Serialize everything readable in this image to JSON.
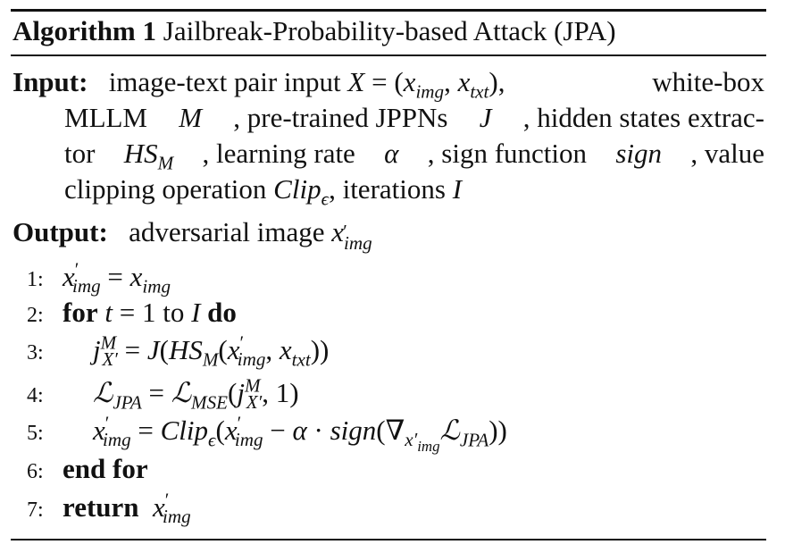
{
  "algorithm": {
    "label": "Algorithm 1",
    "title": "Jailbreak-Probability-based Attack (JPA)"
  },
  "input": {
    "keyword": "Input:",
    "lines": [
      [
        "image-text pair input",
        "X = (x",
        "img",
        ", x",
        "txt",
        "), white-box"
      ],
      [
        "MLLM",
        "M",
        ", pre-trained JPPNs",
        "J",
        ", hidden states extrac-"
      ],
      [
        "tor",
        "HS",
        "M",
        ", learning rate",
        "α",
        ", sign function",
        "sign",
        ", value"
      ],
      [
        "clipping operation",
        "Clip",
        "ϵ",
        ", iterations",
        "I"
      ]
    ]
  },
  "output": {
    "keyword": "Output:",
    "text": "adversarial image"
  },
  "steps": [
    {
      "num": "1:",
      "text": "x'img = ximg"
    },
    {
      "num": "2:",
      "kw_for": "for",
      "text": "t = 1 to I",
      "kw_do": "do"
    },
    {
      "num": "3:",
      "text": "jMX' = J(HSM(x'img, xtxt))"
    },
    {
      "num": "4:",
      "text": "LJPA = LMSE(jMX', 1)"
    },
    {
      "num": "5:",
      "text": "x'img = Clipϵ(x'img − α · sign(∇x'img LJPA))"
    },
    {
      "num": "6:",
      "kw": "end for"
    },
    {
      "num": "7:",
      "kw": "return",
      "text": "x'img"
    }
  ]
}
